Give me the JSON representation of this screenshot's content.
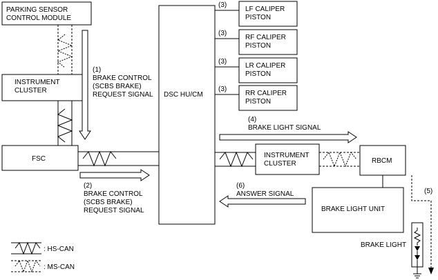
{
  "blocks": {
    "psm": [
      "PARKING SENSOR",
      "CONTROL MODULE"
    ],
    "ic_left": [
      "INSTRUMENT",
      "CLUSTER"
    ],
    "fsc": "FSC",
    "dsc": "DSC HU/CM",
    "lf": [
      "LF CALIPER",
      "PISTON"
    ],
    "rf": [
      "RF CALIPER",
      "PISTON"
    ],
    "lr": [
      "LR CALIPER",
      "PISTON"
    ],
    "rr": [
      "RR CALIPER",
      "PISTON"
    ],
    "ic_right": [
      "INSTRUMENT",
      "CLUSTER"
    ],
    "rbcm": "RBCM",
    "blu": "BRAKE LIGHT UNIT",
    "brake_light": "BRAKE LIGHT"
  },
  "signals": {
    "s1": [
      "(1)",
      "BRAKE CONTROL",
      "(SCBS BRAKE)",
      "REQUEST SIGNAL"
    ],
    "s2": [
      "(2)",
      "BRAKE CONTROL",
      "(SCBS BRAKE)",
      "REQUEST SIGNAL"
    ],
    "s3": "(3)",
    "s4": [
      "(4)",
      "BRAKE LIGHT SIGNAL"
    ],
    "s5": "(5)",
    "s6": [
      "(6)",
      "ANSWER SIGNAL"
    ]
  },
  "legend": {
    "hs": ": HS-CAN",
    "ms": ": MS-CAN"
  }
}
